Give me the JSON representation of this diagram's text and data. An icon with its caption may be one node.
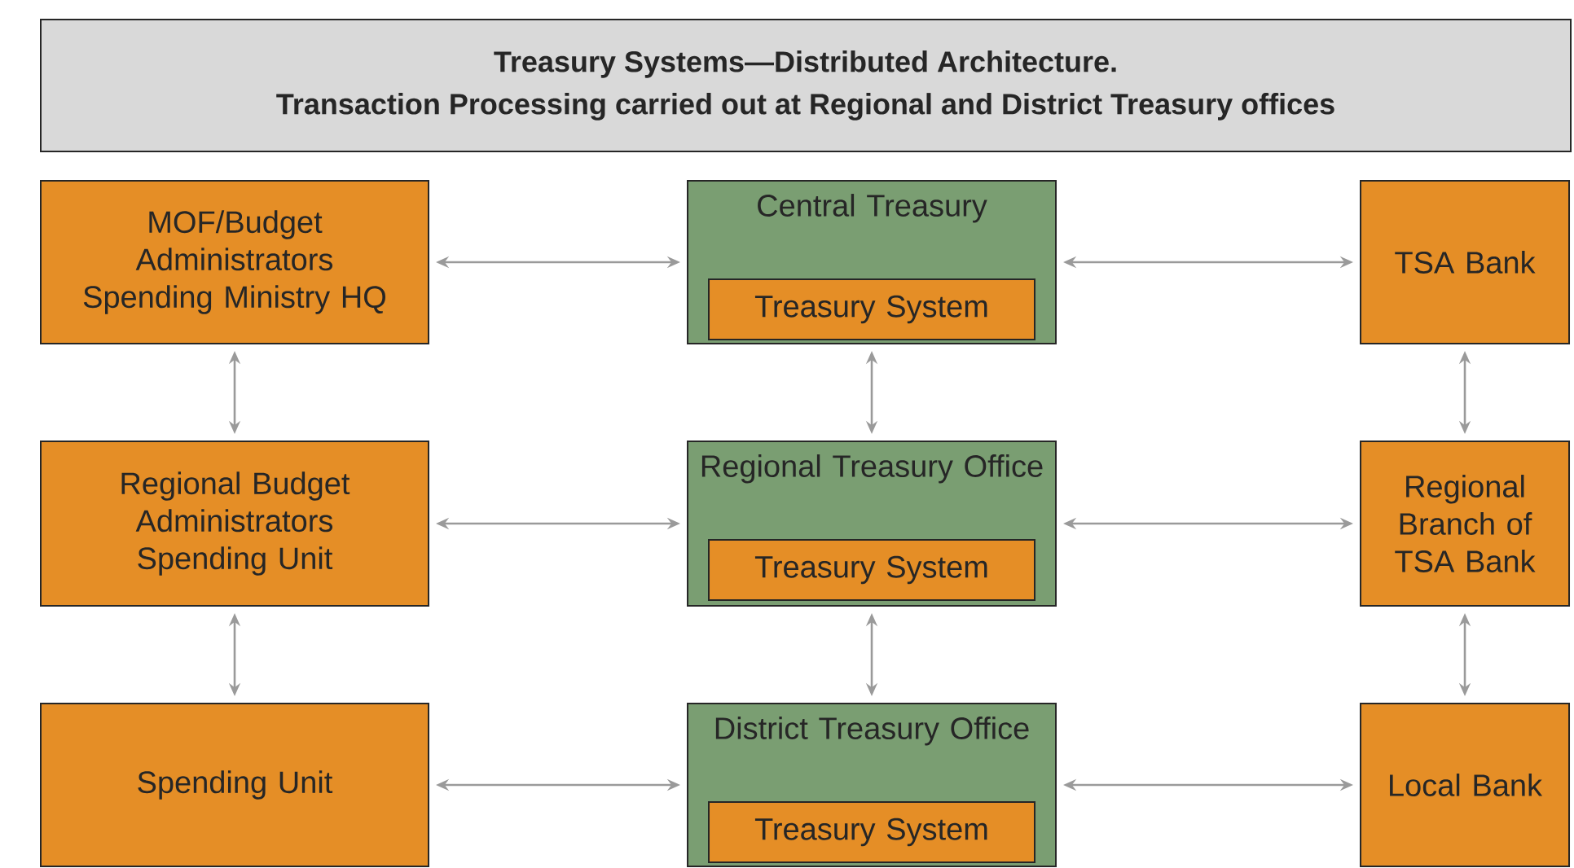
{
  "diagram": {
    "nodes": [
      {
        "text": [
          "Treasury Systems—Distributed Architecture.",
          "Transaction Processing carried out at Regional and District Treasury offices"
        ]
      },
      {
        "text": [
          "MOF/Budget Administrators Spending Ministry HQ"
        ]
      },
      {
        "text": [
          "Central Treasury"
        ]
      },
      {
        "text": [
          "Treasury System"
        ],
        "in": 2
      },
      {
        "text": [
          "TSA Bank"
        ]
      },
      {
        "text": [
          "Regional Budget Administrators Spending Unit"
        ]
      },
      {
        "text": [
          "Regional Treasury Office"
        ]
      },
      {
        "text": [
          "Treasury System"
        ],
        "in": 6
      },
      {
        "text": [
          "Regional Branch of TSA Bank"
        ]
      },
      {
        "text": [
          "Spending Unit"
        ]
      },
      {
        "text": [
          "District Treasury Office"
        ]
      },
      {
        "text": [
          "Treasury System"
        ],
        "in": 10
      },
      {
        "text": [
          "Local Bank"
        ]
      }
    ],
    "edges": [
      {
        "from": 1,
        "to": 2,
        "arrow": "both"
      },
      {
        "from": 2,
        "to": 4,
        "arrow": "both"
      },
      {
        "from": 1,
        "to": 5,
        "arrow": "both"
      },
      {
        "from": 2,
        "to": 6,
        "arrow": "both"
      },
      {
        "from": 4,
        "to": 8,
        "arrow": "both"
      },
      {
        "from": 5,
        "to": 6,
        "arrow": "both"
      },
      {
        "from": 6,
        "to": 8,
        "arrow": "both"
      },
      {
        "from": 5,
        "to": 9,
        "arrow": "both"
      },
      {
        "from": 6,
        "to": 10,
        "arrow": "both"
      },
      {
        "from": 8,
        "to": 12,
        "arrow": "both"
      },
      {
        "from": 9,
        "to": 10,
        "arrow": "both"
      },
      {
        "from": 10,
        "to": 12,
        "arrow": "both"
      }
    ]
  }
}
